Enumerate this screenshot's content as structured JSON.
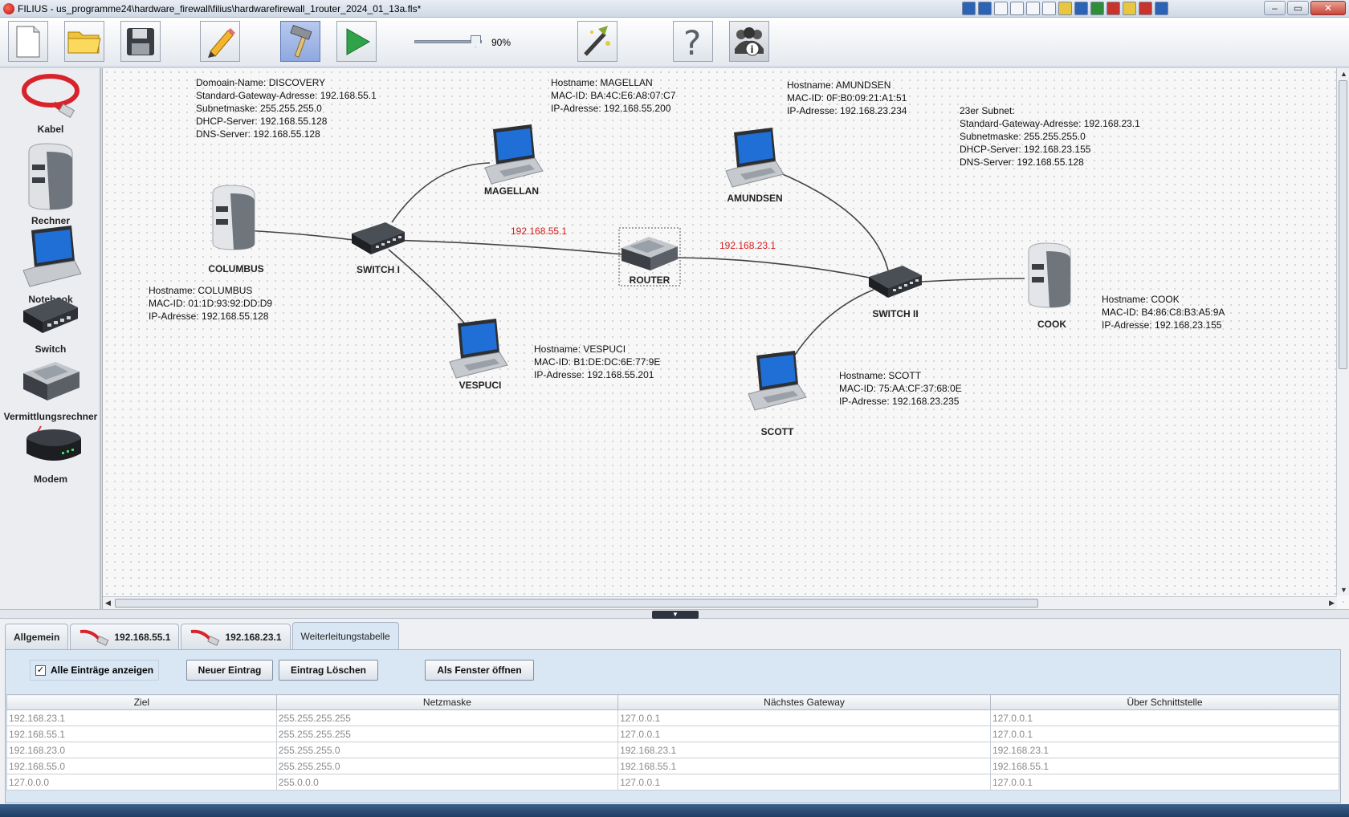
{
  "window": {
    "title": "FILIUS - us_programme24\\hardware_firewall\\filius\\hardwarefirewall_1router_2024_01_13a.fls*"
  },
  "toolbar": {
    "zoom_label": "90%"
  },
  "palette": {
    "items": [
      {
        "label": "Kabel"
      },
      {
        "label": "Rechner"
      },
      {
        "label": "Notebook"
      },
      {
        "label": "Switch"
      },
      {
        "label": "Vermittlungsrechner"
      },
      {
        "label": "Modem"
      }
    ]
  },
  "topology": {
    "nodes": {
      "columbus": "COLUMBUS",
      "switch1": "SWITCH I",
      "magellan": "MAGELLAN",
      "vespuci": "VESPUCI",
      "router": "ROUTER",
      "amundsen": "AMUNDSEN",
      "switch2": "SWITCH II",
      "scott": "SCOTT",
      "cook": "COOK"
    },
    "router_ips": {
      "left": "192.168.55.1",
      "right": "192.168.23.1"
    },
    "colors": {
      "ip_label": "#d61a1a",
      "cable": "#444444"
    }
  },
  "notes": {
    "discovery": [
      "Domoain-Name: DISCOVERY",
      "Standard-Gateway-Adresse: 192.168.55.1",
      "Subnetmaske: 255.255.255.0",
      "DHCP-Server: 192.168.55.128",
      "DNS-Server: 192.168.55.128"
    ],
    "magellan": [
      "Hostname: MAGELLAN",
      "MAC-ID: BA:4C:E6:A8:07:C7",
      "IP-Adresse: 192.168.55.200"
    ],
    "amundsen": [
      "Hostname: AMUNDSEN",
      "MAC-ID: 0F:B0:09:21:A1:51",
      "IP-Adresse: 192.168.23.234"
    ],
    "subnet23": [
      "23er Subnet:",
      "Standard-Gateway-Adresse: 192.168.23.1",
      "Subnetmaske: 255.255.255.0",
      "DHCP-Server: 192.168.23.155",
      "DNS-Server: 192.168.55.128"
    ],
    "columbus": [
      "Hostname: COLUMBUS",
      "MAC-ID: 01:1D:93:92:DD:D9",
      "IP-Adresse: 192.168.55.128"
    ],
    "vespuci": [
      "Hostname: VESPUCI",
      "MAC-ID: B1:DE:DC:6E:77:9E",
      "IP-Adresse: 192.168.55.201"
    ],
    "cook": [
      "Hostname: COOK",
      "MAC-ID: B4:86:C8:B3:A5:9A",
      "IP-Adresse: 192.168.23.155"
    ],
    "scott": [
      "Hostname: SCOTT",
      "MAC-ID: 75:AA:CF:37:68:0E",
      "IP-Adresse: 192.168.23.235"
    ]
  },
  "panel": {
    "tabs": [
      {
        "label": "Allgemein",
        "cable": false
      },
      {
        "label": "192.168.55.1",
        "cable": true
      },
      {
        "label": "192.168.23.1",
        "cable": true
      },
      {
        "label": "Weiterleitungstabelle",
        "cable": false,
        "active": true
      }
    ],
    "checkbox_label": "Alle Einträge anzeigen",
    "checkbox_checked": true,
    "buttons": {
      "new": "Neuer Eintrag",
      "delete": "Eintrag Löschen",
      "window": "Als Fenster öffnen"
    },
    "table": {
      "columns": [
        "Ziel",
        "Netzmaske",
        "Nächstes Gateway",
        "Über Schnittstelle"
      ],
      "rows": [
        [
          "192.168.23.1",
          "255.255.255.255",
          "127.0.0.1",
          "127.0.0.1"
        ],
        [
          "192.168.55.1",
          "255.255.255.255",
          "127.0.0.1",
          "127.0.0.1"
        ],
        [
          "192.168.23.0",
          "255.255.255.0",
          "192.168.23.1",
          "192.168.23.1"
        ],
        [
          "192.168.55.0",
          "255.255.255.0",
          "192.168.55.1",
          "192.168.55.1"
        ],
        [
          "127.0.0.0",
          "255.0.0.0",
          "127.0.0.1",
          "127.0.0.1"
        ]
      ]
    }
  }
}
